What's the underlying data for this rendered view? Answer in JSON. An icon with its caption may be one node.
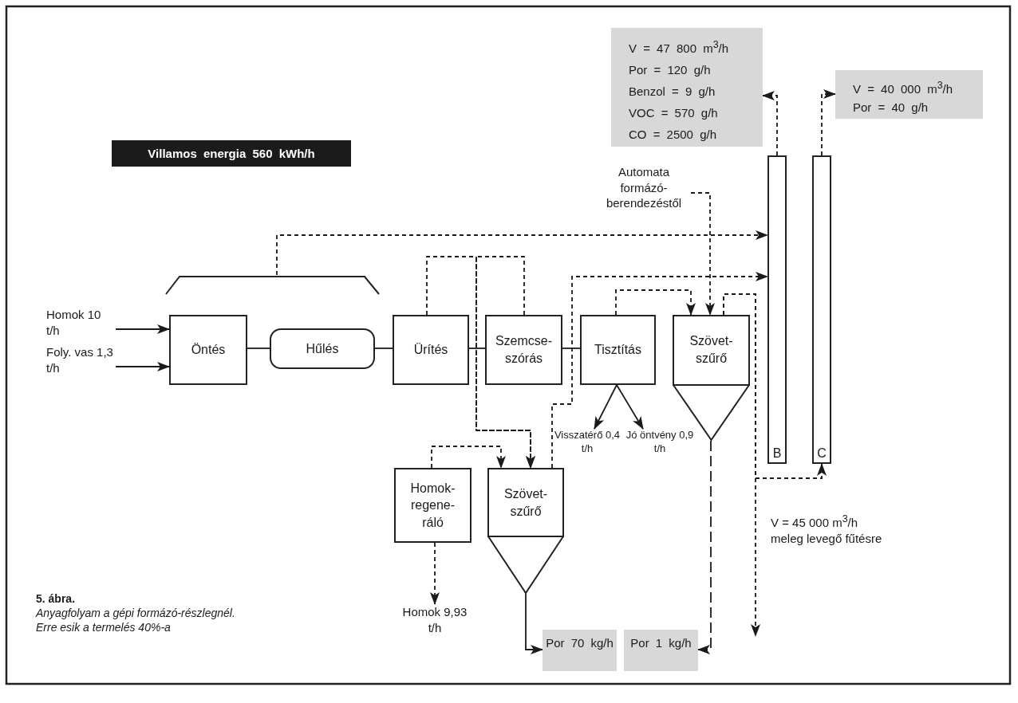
{
  "diagram": {
    "caption": "**5. ábra.** *Anyagfolyam a gépi formázó-részlegnél. Erre esik a termelés 40%-a*",
    "nodes": [
      {
        "text": [
          "V = 47 800 m$^{3}$/h",
          "Por = 120 g/h",
          "Benzol = 9 g/h",
          "VOC = 570 g/h",
          "CO = 2500 g/h"
        ]
      },
      {
        "text": [
          "V = 40 000 m$^{3}$/h",
          "Por = 40 g/h"
        ]
      },
      {
        "text": [
          "Villamos energia 560 kWh/h"
        ]
      },
      {
        "text": [
          "Automata formázó-berendezéstől"
        ]
      },
      {
        "text": [
          "Homok 10 t/h"
        ]
      },
      {
        "text": [
          "Foly. vas 1,3 t/h"
        ]
      },
      {
        "text": [],
        "shape": "hood"
      },
      {
        "text": [
          "Öntés"
        ]
      },
      {
        "text": [
          "Hűlés"
        ]
      },
      {
        "text": [
          "Ürítés"
        ]
      },
      {
        "text": [
          "Szemcse-szórás"
        ]
      },
      {
        "text": [
          "Tisztítás"
        ]
      },
      {
        "text": [
          "Szövet-szűrő"
        ]
      },
      {
        "text": [
          "B"
        ]
      },
      {
        "text": [
          "C"
        ]
      },
      {
        "text": [
          "Visszatérő 0,4 t/h"
        ]
      },
      {
        "text": [
          "Jó öntvény 0,9 t/h"
        ]
      },
      {
        "text": [
          "Homok-regene-ráló"
        ]
      },
      {
        "text": [
          "Szövet-szűrő"
        ]
      },
      {
        "text": [
          "V = 45 000 m$^{3}$/h meleg levegő fűtésre"
        ]
      },
      {
        "text": [
          "Homok 9,93 t/h"
        ]
      },
      {
        "text": [
          "Por 70 kg/h"
        ]
      },
      {
        "text": [
          "Por 1 kg/h"
        ]
      }
    ],
    "edges": [
      {
        "from": 4,
        "to": 7,
        "arrow": "to"
      },
      {
        "from": 5,
        "to": 7,
        "arrow": "to"
      },
      {
        "from": 7,
        "to": 8,
        "arrow": "none"
      },
      {
        "from": 8,
        "to": 9,
        "arrow": "none"
      },
      {
        "from": 9,
        "to": 10,
        "arrow": "none"
      },
      {
        "from": 10,
        "to": 11,
        "arrow": "none"
      },
      {
        "from": 6,
        "to": 13,
        "arrow": "to",
        "style": "dashed"
      },
      {
        "from": 9,
        "to": 18,
        "arrow": "to",
        "style": "dashed"
      },
      {
        "from": 10,
        "to": 18,
        "arrow": "to",
        "style": "dashed"
      },
      {
        "from": 18,
        "to": 13,
        "arrow": "to",
        "style": "dashed"
      },
      {
        "from": 11,
        "to": 12,
        "arrow": "to",
        "style": "dashed"
      },
      {
        "from": 3,
        "to": 12,
        "arrow": "to",
        "style": "dashed"
      },
      {
        "from": 12,
        "to": 14,
        "arrow": "to",
        "style": "dashed"
      },
      {
        "from": 12,
        "to": null,
        "arrow": "to",
        "style": "dashed"
      },
      {
        "from": 12,
        "to": 22,
        "arrow": "to",
        "style": "dashed"
      },
      {
        "from": 11,
        "to": 15,
        "arrow": "to"
      },
      {
        "from": 11,
        "to": 16,
        "arrow": "to"
      },
      {
        "from": 17,
        "to": 18,
        "arrow": "to",
        "style": "dashed"
      },
      {
        "from": 17,
        "to": 20,
        "arrow": "to",
        "style": "dashed"
      },
      {
        "from": 18,
        "to": 21,
        "arrow": "to"
      },
      {
        "from": 13,
        "to": 0,
        "arrow": "to",
        "style": "dashed"
      },
      {
        "from": 14,
        "to": 1,
        "arrow": "to",
        "style": "dashed"
      }
    ]
  }
}
